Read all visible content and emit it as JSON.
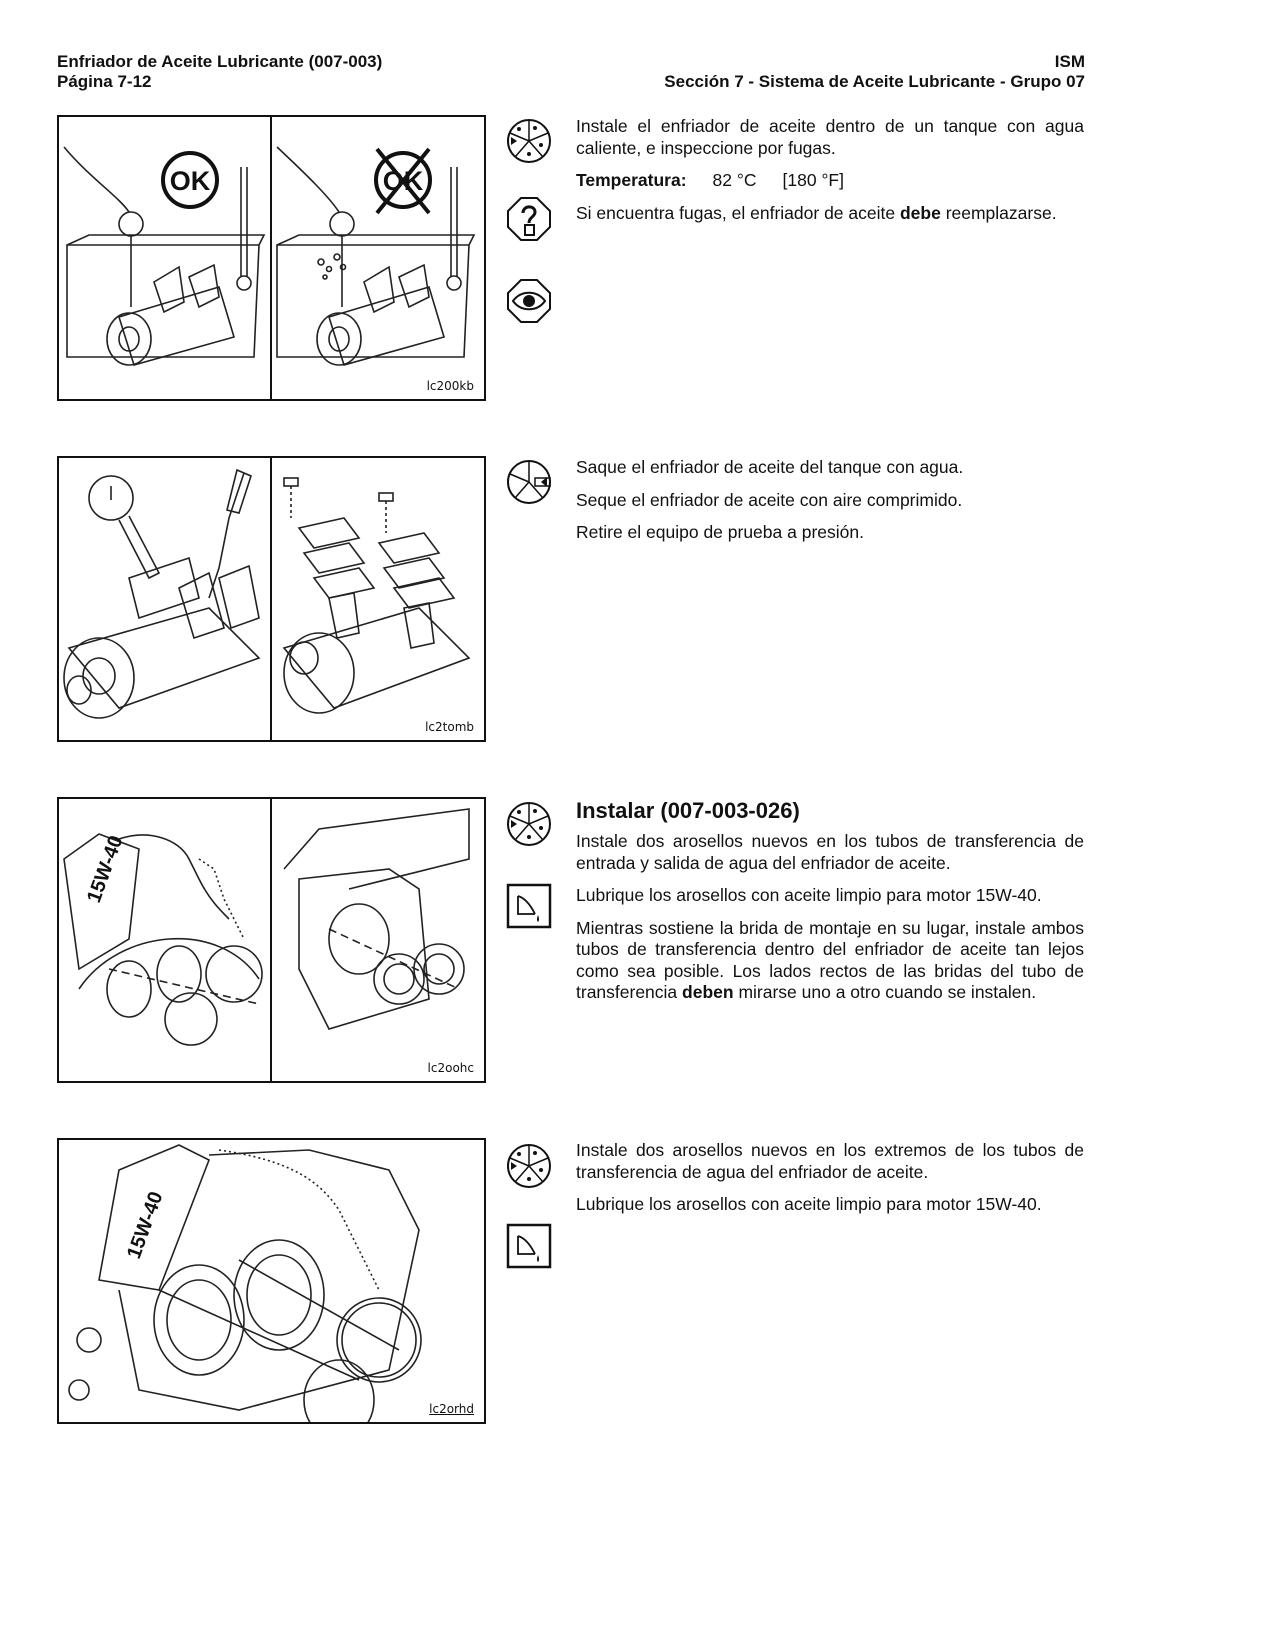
{
  "header": {
    "left_line1": "Enfriador de Aceite Lubricante (007-003)",
    "left_line2": "Página 7-12",
    "right_line1": "ISM",
    "right_line2": "Sección 7 - Sistema de Aceite Lubricante - Grupo 07"
  },
  "sections": [
    {
      "figure_code": "lc200kb",
      "fig_labels": {
        "ok": "OK"
      },
      "icons": [
        "tool-icon",
        "hand-question-icon",
        "eye-icon"
      ],
      "paragraphs": {
        "p1": "Instale el enfriador de aceite dentro de un tanque con agua caliente, e inspeccione por fugas.",
        "spec_label": "Temperatura:",
        "spec_c": "82 °C",
        "spec_f": "[180  °F]",
        "p2_a": "Si encuentra fugas, el enfriador de aceite ",
        "p2_b": "debe",
        "p2_c": " reemplazarse."
      }
    },
    {
      "figure_code": "lc2tomb",
      "icons": [
        "disassemble-icon"
      ],
      "paragraphs": {
        "p1": "Saque el enfriador de aceite del tanque con agua.",
        "p2": "Seque el enfriador de aceite con aire comprimido.",
        "p3": "Retire el equipo de prueba a presión."
      }
    },
    {
      "figure_code": "lc2oohc",
      "fig_labels": {
        "oil": "15W-40"
      },
      "icons": [
        "tool-icon",
        "lubricate-icon"
      ],
      "paragraphs": {
        "heading": "Instalar (007-003-026)",
        "p1": "Instale dos arosellos nuevos en los tubos de transferencia de entrada y salida de agua del enfriador de aceite.",
        "p2": "Lubrique los arosellos con aceite limpio para motor 15W-40.",
        "p3_a": "Mientras sostiene la brida de montaje en su lugar, instale ambos tubos de transferencia dentro del enfriador de aceite tan lejos como sea posible. Los lados rectos de las bridas del tubo de transferencia ",
        "p3_b": "deben",
        "p3_c": " mirarse uno a otro cuando se instalen."
      }
    },
    {
      "figure_code": "lc2orhd",
      "fig_labels": {
        "oil": "15W-40"
      },
      "icons": [
        "tool-icon",
        "lubricate-icon"
      ],
      "paragraphs": {
        "p1": "Instale dos arosellos nuevos en los extremos de los tubos de transferencia de agua del enfriador de aceite.",
        "p2": "Lubrique los arosellos con aceite limpio para motor 15W-40."
      }
    }
  ]
}
